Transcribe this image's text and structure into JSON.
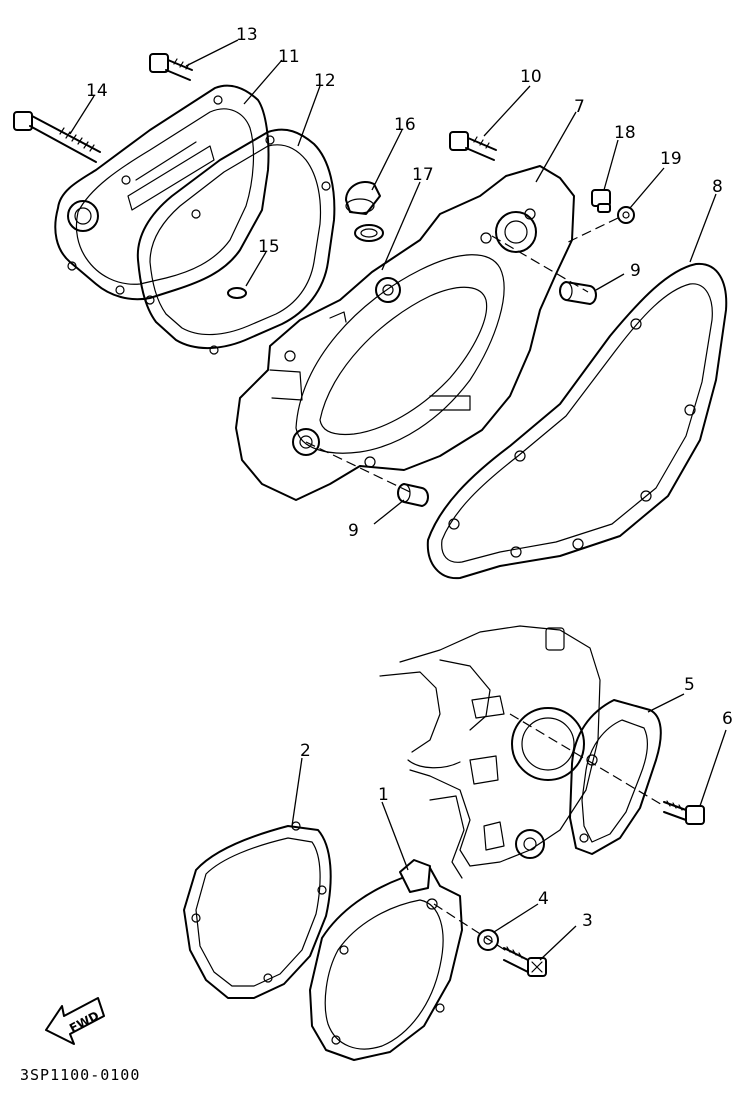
{
  "drawing_code": "3SP1100-0100",
  "fwd_label": "FWD",
  "callouts": {
    "p1": "1",
    "p2": "2",
    "p3": "3",
    "p4": "4",
    "p5": "5",
    "p6": "6",
    "p7": "7",
    "p8": "8",
    "p9a": "9",
    "p9b": "9",
    "p10": "10",
    "p11": "11",
    "p12": "12",
    "p13": "13",
    "p14": "14",
    "p15": "15",
    "p16": "16",
    "p17": "17",
    "p18": "18",
    "p19": "19"
  }
}
